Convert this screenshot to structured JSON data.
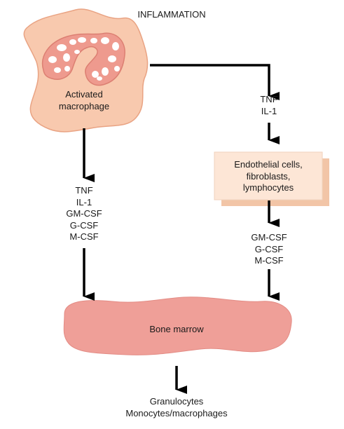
{
  "title": "INFLAMMATION",
  "macrophage": {
    "line1": "Activated",
    "line2": "macrophage"
  },
  "right_cytokines": [
    "TNF",
    "IL-1"
  ],
  "stromal_box": {
    "line1": "Endothelial cells,",
    "line2": "fibroblasts,",
    "line3": "lymphocytes"
  },
  "left_cytokines": [
    "TNF",
    "IL-1",
    "GM-CSF",
    "G-CSF",
    "M-CSF"
  ],
  "right_csfs": [
    "GM-CSF",
    "G-CSF",
    "M-CSF"
  ],
  "marrow_label": "Bone marrow",
  "outputs": [
    "Granulocytes",
    "Monocytes/macrophages"
  ],
  "colors": {
    "cell_fill": "#f8c9ae",
    "cell_stroke": "#e9a383",
    "nucleus_fill": "#ee9a8e",
    "nucleus_stroke": "#dc7f72",
    "box_fill": "#fde6d6",
    "box_shadow": "#f2c5a7",
    "marrow_fill": "#ef9f98",
    "marrow_stroke": "#e38b84",
    "arrow": "#000000"
  }
}
